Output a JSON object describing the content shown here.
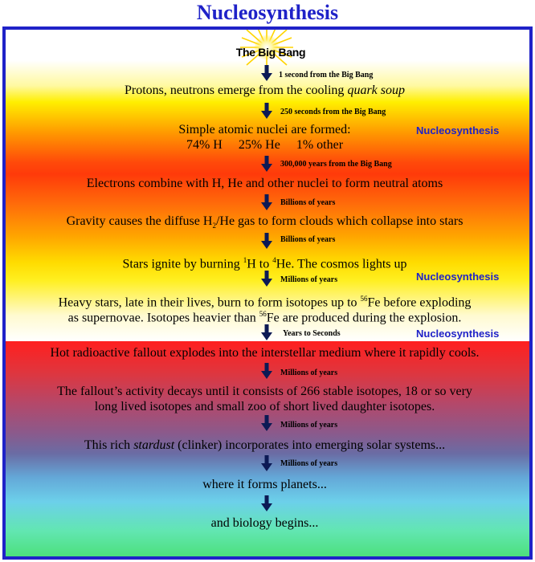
{
  "title": "Nucleosynthesis",
  "big_bang": "The Big Bang",
  "side_label": "Nucleosynthesis",
  "stages": {
    "s1": {
      "pre": "Protons, neutrons emerge from the cooling ",
      "italic": "quark soup"
    },
    "s2_line1": "Simple atomic nuclei are formed:",
    "s2_line2": "74% H     25% He     1% other",
    "s3": "Electrons combine with H, He and other nuclei to form neutral atoms",
    "s4": {
      "pre": "Gravity causes the diffuse H",
      "sub": "2",
      "post": "/He gas to form clouds which collapse into stars"
    },
    "s5": {
      "pre": "Stars ignite by burning ",
      "sup1": "1",
      "mid": "H to ",
      "sup2": "4",
      "post": "He. The cosmos lights up"
    },
    "s6_line1": {
      "pre": "Heavy stars, late in their lives, burn to form isotopes up to ",
      "sup": "56",
      "post": "Fe before exploding"
    },
    "s6_line2": {
      "pre": "as supernovae. Isotopes heavier than ",
      "sup": "56",
      "post": "Fe are produced during the explosion."
    },
    "s7": "Hot radioactive fallout explodes into the interstellar medium where it rapidly cools.",
    "s8_line1": "The fallout’s activity decays until it consists of 266 stable isotopes, 18 or so very",
    "s8_line2": "long lived isotopes and small zoo of short lived daughter isotopes.",
    "s9": {
      "pre": "This rich ",
      "italic": "stardust",
      "post": " (clinker) incorporates into emerging solar systems..."
    },
    "s10": "where it forms planets...",
    "s11": "and biology begins..."
  },
  "arrow_notes": {
    "a1": "1 second from the Big Bang",
    "a2": "250 seconds from the Big Bang",
    "a3": "300,000 years from the Big Bang",
    "a4": "Billions of years",
    "a5": "Billions of years",
    "a6": "Millions of years",
    "a7": "Years to Seconds",
    "a8": "Millions of years",
    "a9": "Millions of years",
    "a10": "Millions of years"
  },
  "colors": {
    "title_blue": "#1f22c8",
    "arrow_navy": "#0c1a55"
  }
}
